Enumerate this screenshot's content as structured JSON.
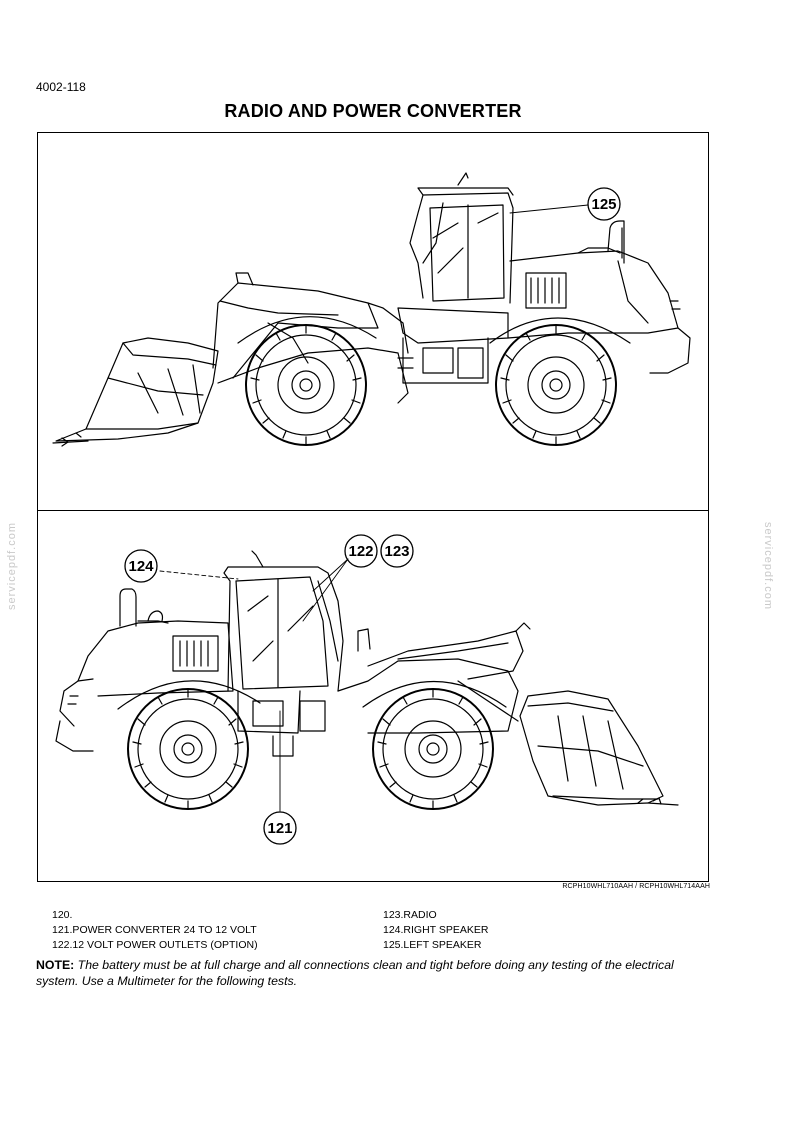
{
  "page": {
    "number": "4002-118",
    "title": "RADIO AND POWER CONVERTER"
  },
  "figure": {
    "reference": "RCPH10WHL710AAH / RCPH10WHL714AAH",
    "callouts_top": [
      "125"
    ],
    "callouts_bottom": [
      "122",
      "123",
      "124",
      "121"
    ]
  },
  "legend": {
    "left": [
      "120.",
      "121.POWER CONVERTER 24 TO 12 VOLT",
      "122.12 VOLT POWER OUTLETS (OPTION)"
    ],
    "right": [
      "123.RADIO",
      "124.RIGHT SPEAKER",
      "125.LEFT SPEAKER"
    ]
  },
  "note": {
    "label": "NOTE:",
    "text": " The battery must be at full charge and all connections clean and tight before doing any testing of the electrical system. Use a Multimeter for the following tests."
  },
  "watermark": {
    "text": "servicepdf.com"
  }
}
